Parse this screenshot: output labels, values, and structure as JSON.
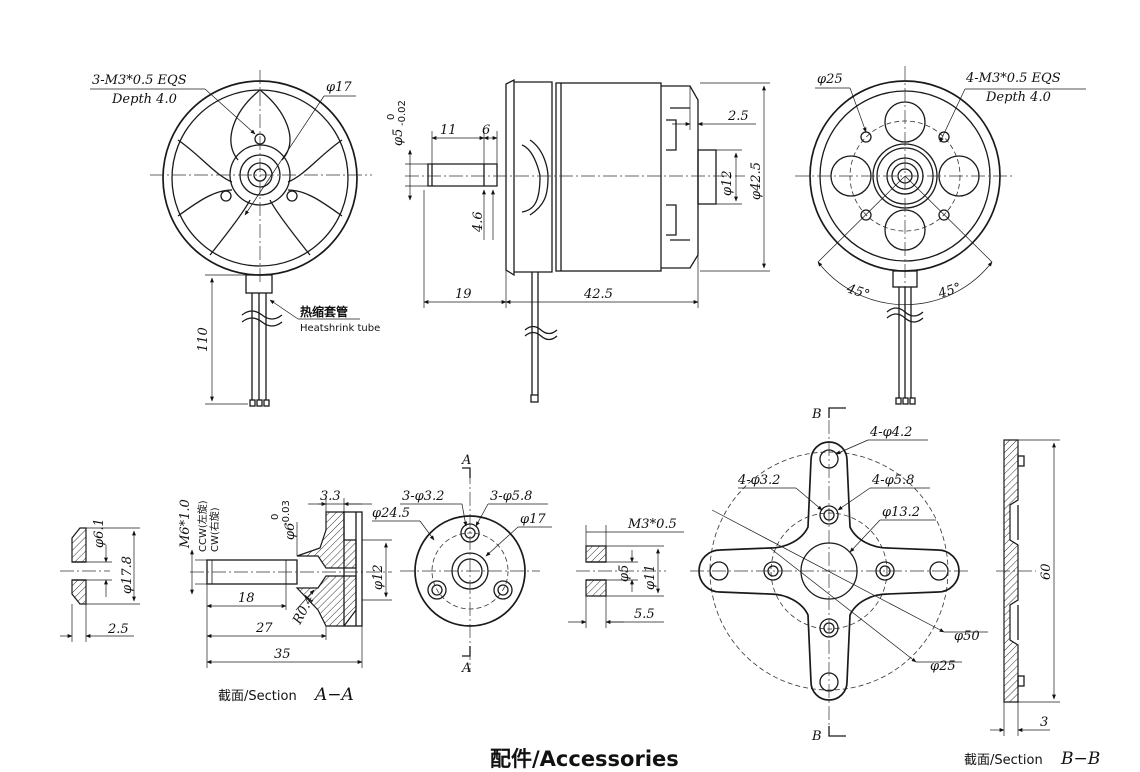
{
  "top_left": {
    "thread_line1": "3-M3*0.5 EQS",
    "thread_line2": "Depth 4.0",
    "dia_17": "φ17",
    "lead_length": "110",
    "heatshrink_cn": "热缩套管",
    "heatshrink_en": "Heatshrink tube"
  },
  "side_view": {
    "shaft_dia": "φ5",
    "shaft_tol_upper": "0",
    "shaft_tol_lower": "-0.02",
    "dim_11": "11",
    "dim_6": "6",
    "dim_4_6": "4.6",
    "dim_19": "19",
    "dim_42_5_len": "42.5",
    "dim_2_5": "2.5",
    "dia_12": "φ12",
    "dia_42_5": "φ42.5"
  },
  "top_right": {
    "dia_25": "φ25",
    "thread_line1": "4-M3*0.5 EQS",
    "thread_line2": "Depth 4.0",
    "angle_left": "45°",
    "angle_right": "45°"
  },
  "accessories": {
    "washer_dia_6_1": "φ6.1",
    "washer_dia_17_8": "φ17.8",
    "washer_thk": "2.5",
    "adapter_thread": "M6*1.0",
    "adapter_ccw": "CCW(左旋)",
    "adapter_cw": "CW(右旋)",
    "adapter_bore": "φ6",
    "adapter_tol_upper": "0",
    "adapter_tol_lower": "-0.03",
    "adapter_dim_3_3": "3.3",
    "adapter_dia_12": "φ12",
    "adapter_dim_18": "18",
    "adapter_dim_27": "27",
    "adapter_dim_35": "35",
    "adapter_r": "R0.4",
    "section_a_label": "截面/Section",
    "section_a_letter": "A−A",
    "flange_3_3_2": "3-φ3.2",
    "flange_3_5_8": "3-φ5.8",
    "flange_24_5": "φ24.5",
    "flange_17": "φ17",
    "cut_a_top": "A",
    "cut_a_bottom": "A",
    "nut_thread": "M3*0.5",
    "nut_dia_5": "φ5",
    "nut_dia_11": "φ11",
    "nut_dim_5_5": "5.5",
    "cross_4_4_2": "4-φ4.2",
    "cross_4_3_2": "4-φ3.2",
    "cross_4_5_8": "4-φ5.8",
    "cross_13_2": "φ13.2",
    "cross_50": "φ50",
    "cross_25": "φ25",
    "cut_b_top": "B",
    "cut_b_bottom": "B",
    "section_b_60": "60",
    "section_b_3": "3",
    "section_b_label": "截面/Section",
    "section_b_letter": "B−B",
    "title": "配件/Accessories"
  }
}
